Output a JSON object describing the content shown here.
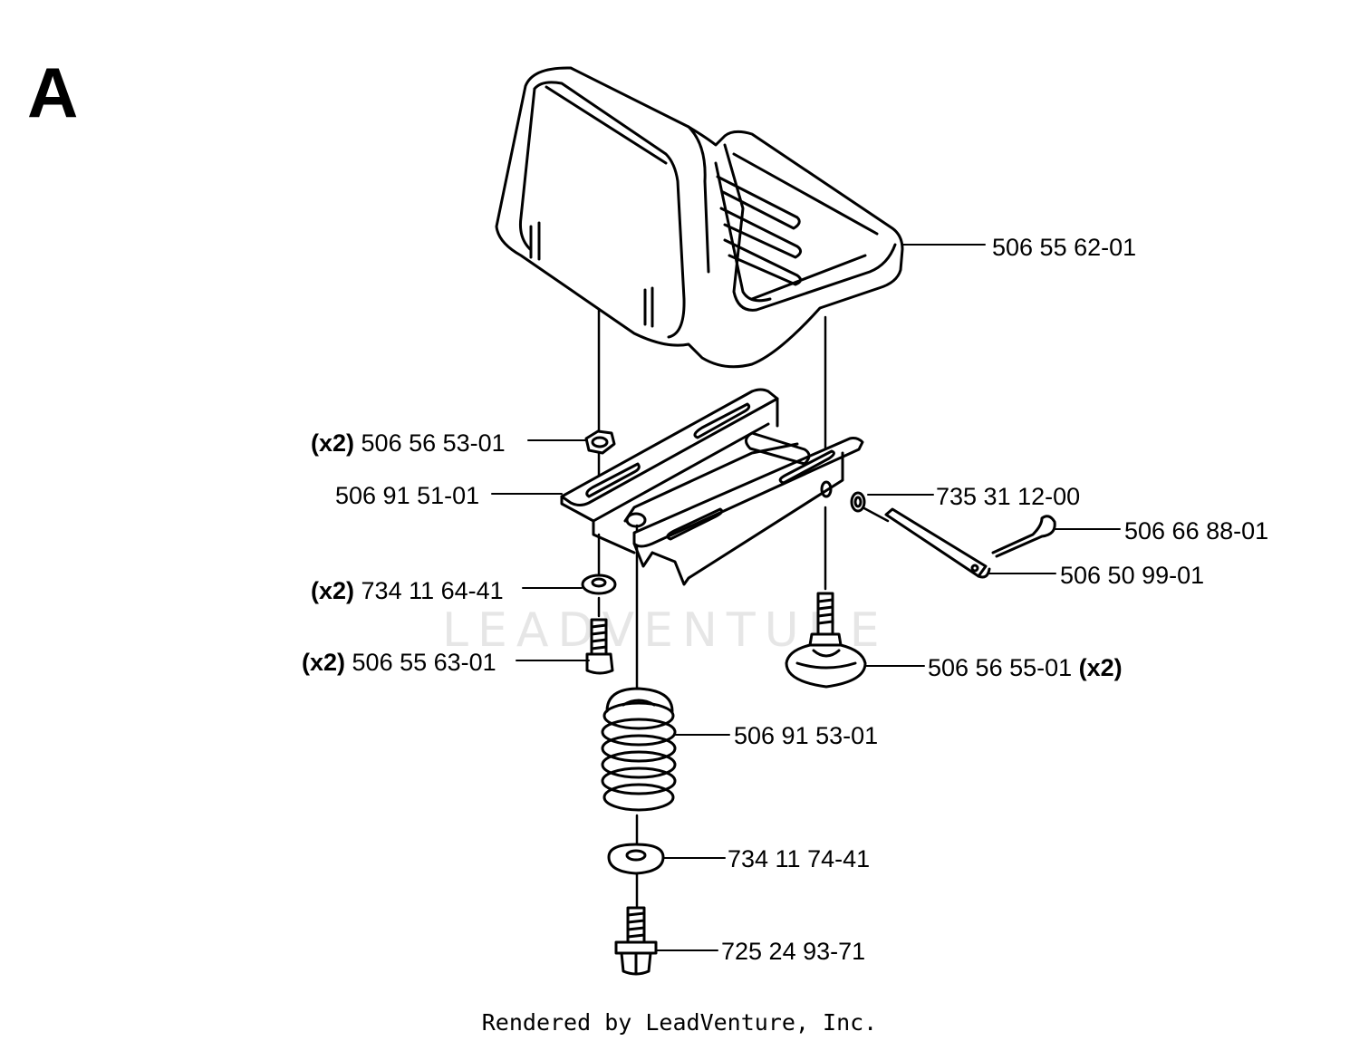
{
  "section_letter": "A",
  "watermark": "LEADVENTURE",
  "footer": "Rendered by LeadVenture, Inc.",
  "callouts": [
    {
      "id": "seat",
      "qty": "",
      "part": "506 55 62-01"
    },
    {
      "id": "nut-top",
      "qty": "(x2)",
      "part": "506 56 53-01"
    },
    {
      "id": "bracket",
      "qty": "",
      "part": "506 91 51-01"
    },
    {
      "id": "washer-ring",
      "qty": "",
      "part": "735 31 12-00"
    },
    {
      "id": "clip",
      "qty": "",
      "part": "506 66 88-01"
    },
    {
      "id": "pin",
      "qty": "",
      "part": "506 50 99-01"
    },
    {
      "id": "washer-small",
      "qty": "(x2)",
      "part": "734 11 64-41"
    },
    {
      "id": "screw",
      "qty": "(x2)",
      "part": "506 55 63-01"
    },
    {
      "id": "knob",
      "qty": "(x2)",
      "part": "506 56 55-01"
    },
    {
      "id": "spring",
      "qty": "",
      "part": "506 91 53-01"
    },
    {
      "id": "washer-large",
      "qty": "",
      "part": "734 11 74-41"
    },
    {
      "id": "bolt",
      "qty": "",
      "part": "725 24 93-71"
    }
  ]
}
